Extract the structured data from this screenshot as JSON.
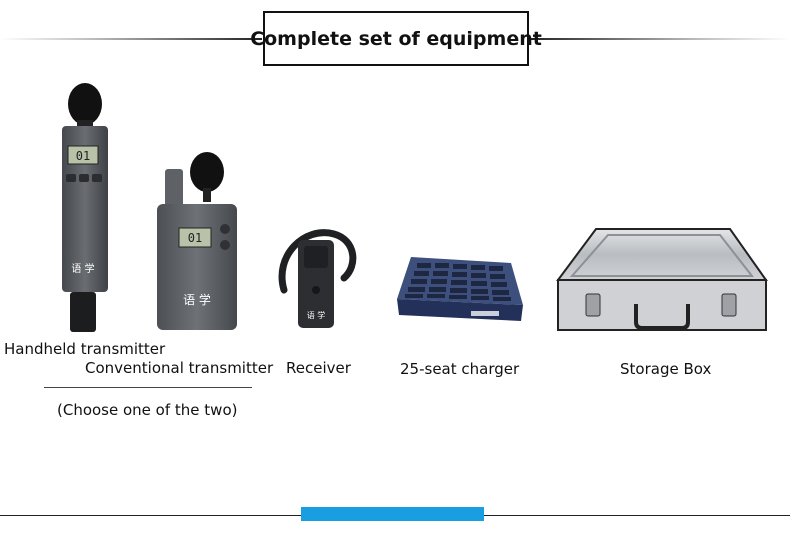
{
  "header": {
    "title": "Complete set of equipment"
  },
  "products": [
    {
      "id": "handheld",
      "label": "Handheld transmitter",
      "icon": "handheld-transmitter-icon",
      "display": "01",
      "brand_mark": "语 学"
    },
    {
      "id": "conventional",
      "label": "Conventional transmitter",
      "icon": "conventional-transmitter-icon",
      "display": "01",
      "brand_mark": "语 学"
    },
    {
      "id": "receiver",
      "label": "Receiver",
      "icon": "receiver-icon",
      "brand_mark": "语 学"
    },
    {
      "id": "charger",
      "label": "25-seat charger",
      "icon": "charger-icon"
    },
    {
      "id": "storage",
      "label": "Storage Box",
      "icon": "storage-box-icon"
    }
  ],
  "note": "(Choose one of the two)",
  "colors": {
    "accent": "#1a9ee2",
    "device_gray": "#5a5d62",
    "charger_blue": "#3b4d7a",
    "aluminum": "#c9ccd0"
  }
}
